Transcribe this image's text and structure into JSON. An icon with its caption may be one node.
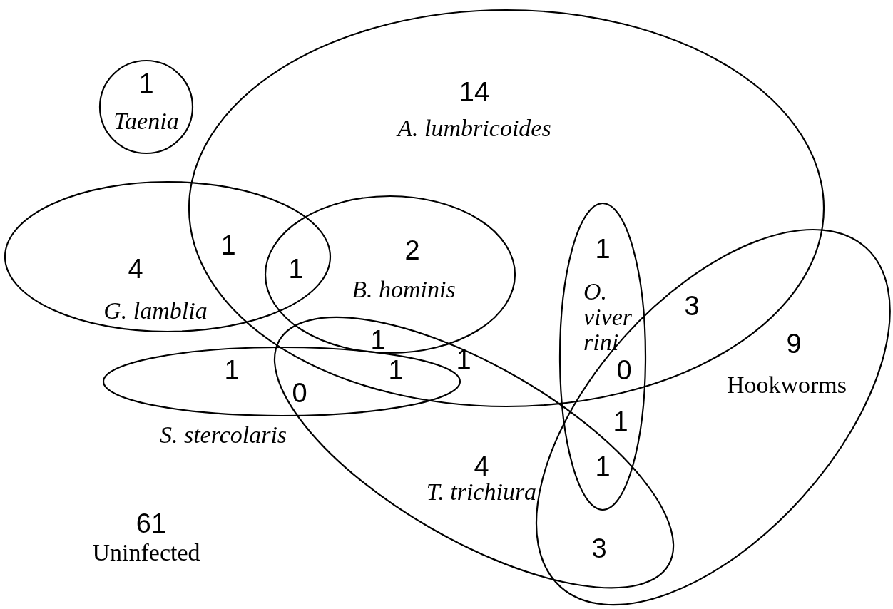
{
  "diagram": {
    "nodes": [
      {
        "text": [
          "1",
          "Taenia"
        ]
      },
      {
        "text": [
          "14",
          "A. lumbricoides"
        ]
      },
      {
        "text": [
          "4",
          "G. lamblia"
        ]
      },
      {
        "text": [
          "2",
          "B. hominis"
        ],
        "in": 1
      },
      {
        "text": [
          "1",
          "O. viver rini"
        ]
      },
      {
        "text": [
          "9",
          "Hookworms"
        ]
      },
      {
        "text": [
          "S. stercolaris"
        ]
      },
      {
        "text": [
          "4",
          "T. trichiura"
        ]
      }
    ],
    "edges": [],
    "labels": [
      "1",
      "1",
      "3",
      "1",
      "1",
      "1",
      "1",
      "0",
      "0",
      "1",
      "1",
      "3",
      "61",
      "Uninfected"
    ]
  }
}
